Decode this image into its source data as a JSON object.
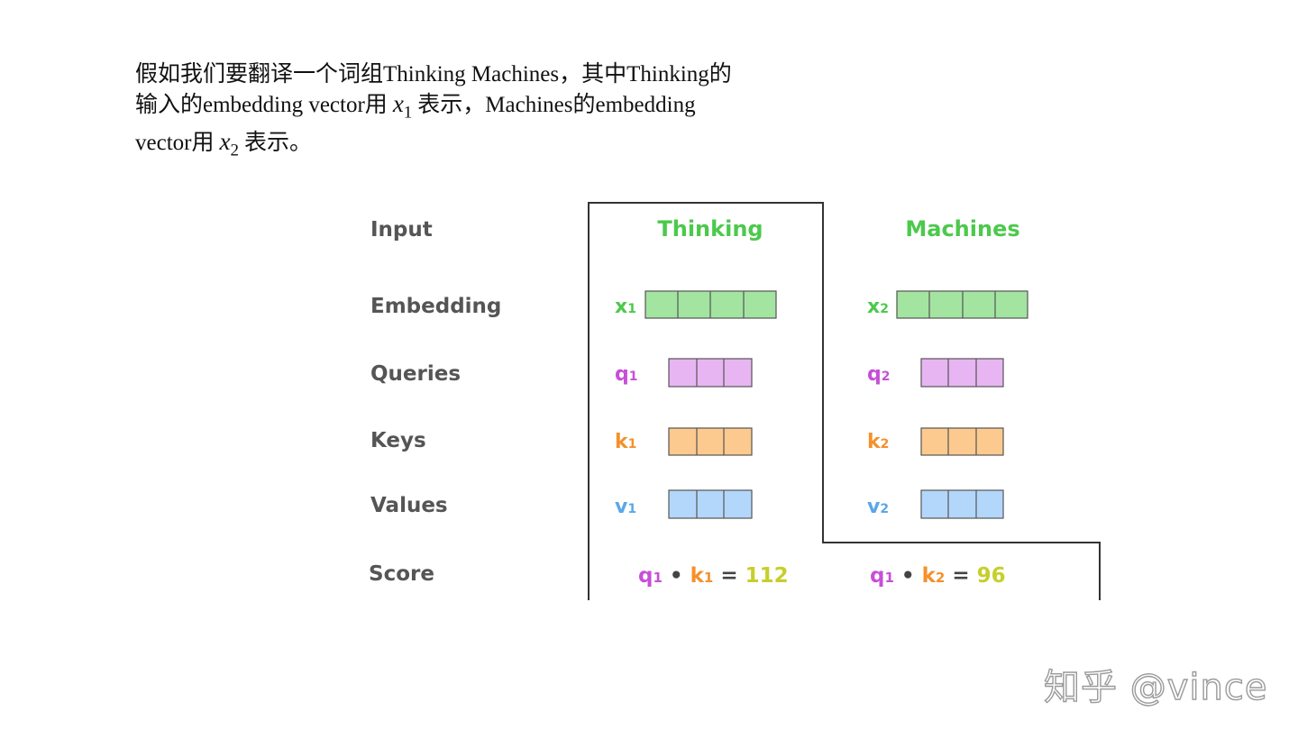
{
  "paragraph": {
    "line1": "假如我们要翻译一个词组Thinking Machines，其中Thinking的",
    "line2a": "输入的embedding vector用",
    "x1_var": "x",
    "x1_sub": "1",
    "line2b": "表示，Machines的embedding",
    "line3a": "vector用",
    "x2_var": "x",
    "x2_sub": "2",
    "line3b": "表示。"
  },
  "rows": {
    "input": "Input",
    "embedding": "Embedding",
    "queries": "Queries",
    "keys": "Keys",
    "values": "Values",
    "score": "Score"
  },
  "words": [
    "Thinking",
    "Machines"
  ],
  "vectors": {
    "x1": {
      "base": "x",
      "sub": "1"
    },
    "x2": {
      "base": "x",
      "sub": "2"
    },
    "q1": {
      "base": "q",
      "sub": "1"
    },
    "q2": {
      "base": "q",
      "sub": "2"
    },
    "k1": {
      "base": "k",
      "sub": "1"
    },
    "k2": {
      "base": "k",
      "sub": "2"
    },
    "v1": {
      "base": "v",
      "sub": "1"
    },
    "v2": {
      "base": "v",
      "sub": "2"
    }
  },
  "scores": [
    {
      "q": "q",
      "qsub": "1",
      "dot": "•",
      "k": "k",
      "ksub": "1",
      "eq": "=",
      "value": "112"
    },
    {
      "q": "q",
      "qsub": "1",
      "dot": "•",
      "k": "k",
      "ksub": "2",
      "eq": "=",
      "value": "96"
    }
  ],
  "colors": {
    "embedding_fill": "#a3e4a1",
    "embedding_text": "#4cc94c",
    "query_fill": "#e7b5f2",
    "query_text": "#c74fd6",
    "key_fill": "#fcc98f",
    "key_text": "#f5902b",
    "value_fill": "#b3d7fb",
    "value_text": "#5aa7ea",
    "score_value": "#c6cf2b",
    "label": "#555555"
  },
  "watermark": "知乎 @vince"
}
